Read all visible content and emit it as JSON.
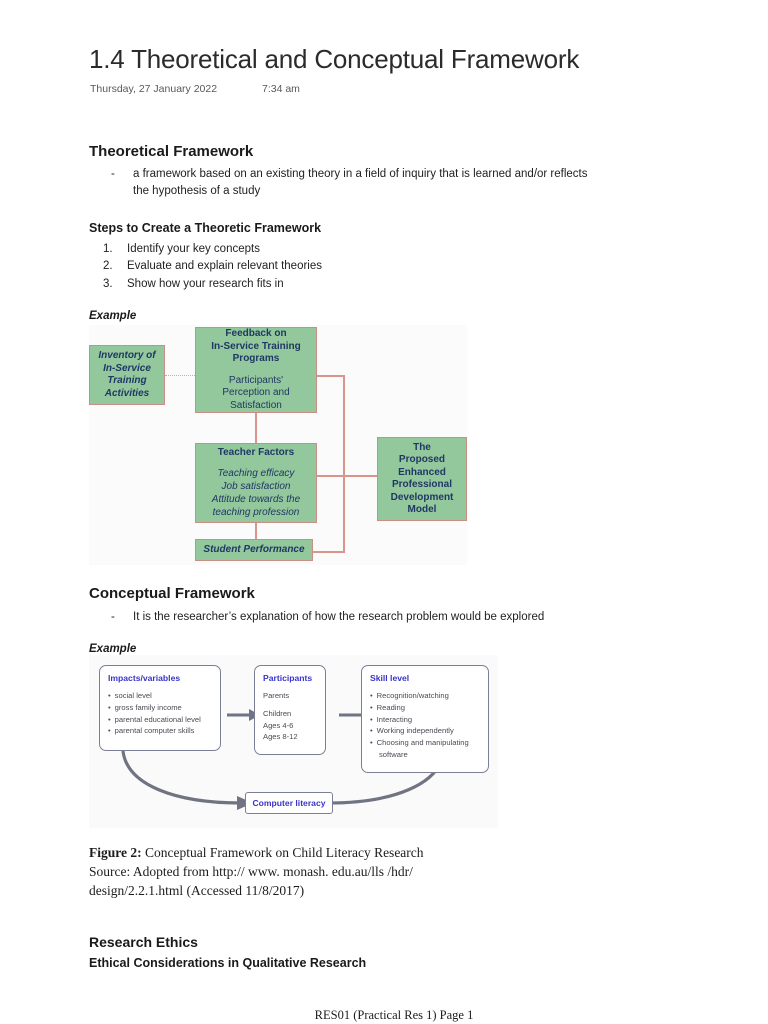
{
  "header": {
    "title": "1.4 Theoretical and Conceptual Framework",
    "date": "Thursday, 27 January 2022",
    "time": "7:34 am"
  },
  "sections": {
    "theoretical": {
      "heading": "Theoretical Framework",
      "bullet_dash": "-",
      "bullet_text": "a framework based on an existing theory in a field of inquiry that is learned and/or reflects the hypothesis of a study",
      "steps_heading": "Steps to Create a Theoretic Framework",
      "steps": [
        {
          "num": "1.",
          "text": "Identify your key concepts"
        },
        {
          "num": "2.",
          "text": "Evaluate and explain relevant theories"
        },
        {
          "num": "3.",
          "text": "Show how your research fits in"
        }
      ],
      "example_label": "Example"
    },
    "conceptual": {
      "heading": "Conceptual Framework",
      "bullet_dash": "-",
      "bullet_text": "It is the researcher’s explanation of how the research problem would be explored",
      "example_label": "Example"
    },
    "ethics": {
      "heading": "Research Ethics",
      "subheading": "Ethical Considerations in Qualitative Research"
    }
  },
  "diagram1": {
    "box_fill": "#93c79c",
    "box_border": "#c98e86",
    "text_color": "#1f3864",
    "boxes": {
      "inventory": {
        "title": "Inventory of\nIn-Service\nTraining\nActivities"
      },
      "feedback": {
        "title": "Feedback on\nIn-Service Training\nPrograms",
        "sub": "Participants'\nPerception and\nSatisfaction"
      },
      "teacher": {
        "title": "Teacher Factors",
        "sub": "Teaching efficacy\nJob satisfaction\nAttitude towards the\nteaching profession"
      },
      "student": {
        "title": "Student Performance"
      },
      "proposed": {
        "title": "The\nProposed\nEnhanced\nProfessional\nDevelopment\nModel"
      }
    }
  },
  "diagram2": {
    "title_color": "#3a34c8",
    "border_color": "#7a7f95",
    "impacts": {
      "title": "Impacts/variables",
      "items": [
        "social level",
        "gross family income",
        "parental educational level",
        "parental computer skills"
      ]
    },
    "participants": {
      "title": "Participants",
      "lines_a": [
        "Parents"
      ],
      "lines_b": [
        "Children",
        "Ages 4-6",
        "Ages 8-12"
      ]
    },
    "skill": {
      "title": "Skill level",
      "items": [
        "Recognition/watching",
        "Reading",
        "Interacting",
        "Working independently",
        "Choosing and manipulating",
        "software"
      ]
    },
    "outcome": {
      "label": "Computer literacy"
    }
  },
  "caption": {
    "figure_label": "Figure 2:",
    "figure_title": " Conceptual Framework on Child Literacy Research",
    "source_line1": "Source: Adopted from http:// www. monash. edu.au/lls /hdr/",
    "source_line2": "design/2.2.1.html (Accessed 11/8/2017)"
  },
  "footer": {
    "text": "RES01 (Practical Res 1) Page 1"
  }
}
